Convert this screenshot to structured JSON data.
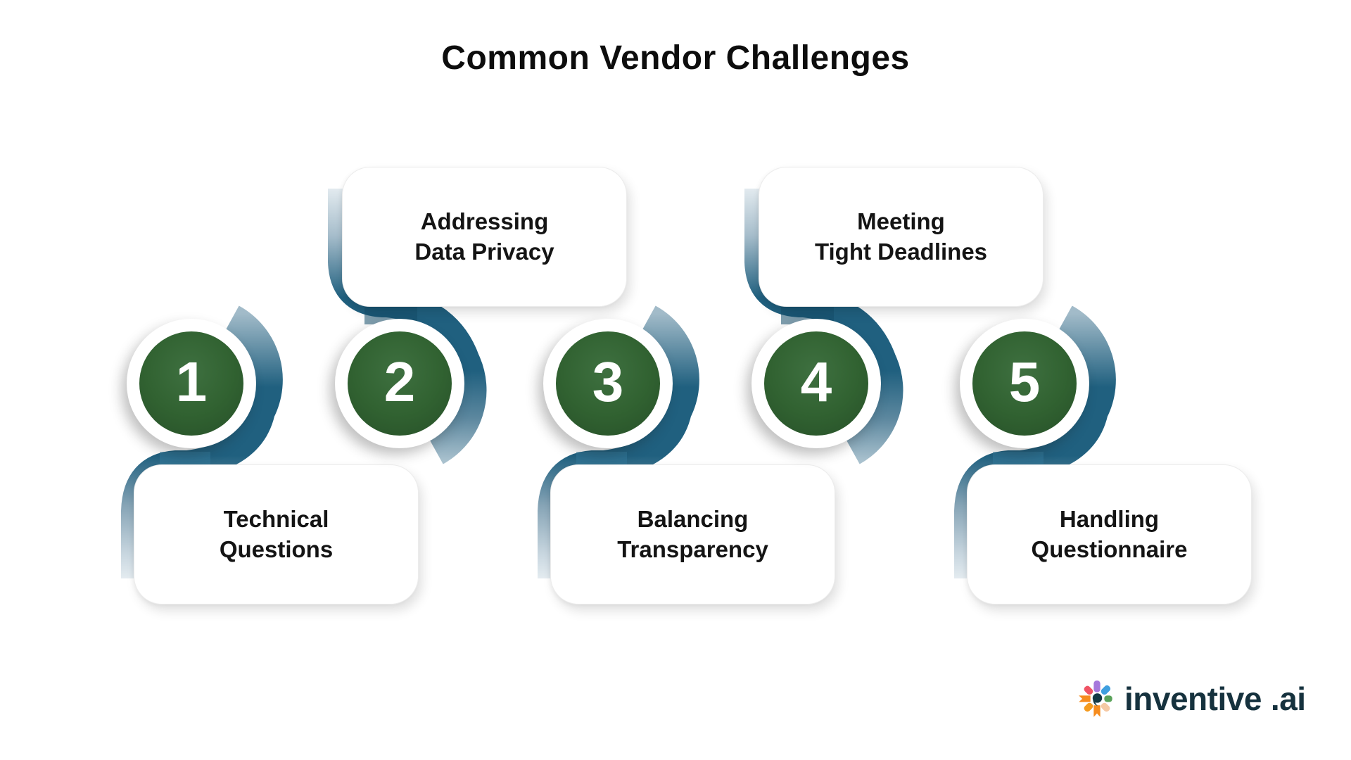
{
  "title": "Common Vendor Challenges",
  "items": [
    {
      "number": "1",
      "line1": "Technical",
      "line2": "Questions",
      "card_position": "below"
    },
    {
      "number": "2",
      "line1": "Addressing",
      "line2": "Data Privacy",
      "card_position": "above"
    },
    {
      "number": "3",
      "line1": "Balancing",
      "line2": "Transparency",
      "card_position": "below"
    },
    {
      "number": "4",
      "line1": "Meeting",
      "line2": "Tight Deadlines",
      "card_position": "above"
    },
    {
      "number": "5",
      "line1": "Handling",
      "line2": "Questionnaire",
      "card_position": "below"
    }
  ],
  "logo": {
    "brand": "inventive",
    "suffix": ".ai",
    "icon": "inventive-pinwheel-icon"
  },
  "colors": {
    "circle_green": "#316231",
    "ribbon_teal_dark": "#20607f",
    "ribbon_light": "#aec4d1",
    "card_background": "#ffffff",
    "text_dark": "#141414",
    "logo_navy": "#16323e"
  }
}
